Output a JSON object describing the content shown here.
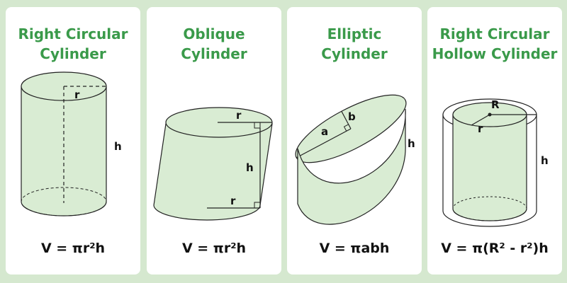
{
  "colors": {
    "page_bg": "#d5e8cf",
    "title": "#3a9a4a",
    "fill": "#d9ecd3",
    "stroke": "#222222"
  },
  "cards": [
    {
      "title_lines": [
        "Right Circular",
        "Cylinder"
      ],
      "labels": {
        "r": "r",
        "h": "h"
      },
      "formula": "V = πr²h"
    },
    {
      "title_lines": [
        "Oblique",
        "Cylinder"
      ],
      "labels": {
        "r_top": "r",
        "h": "h",
        "r_bottom": "r"
      },
      "formula": "V = πr²h"
    },
    {
      "title_lines": [
        "Elliptic",
        "Cylinder"
      ],
      "labels": {
        "a": "a",
        "b": "b",
        "h": "h"
      },
      "formula": "V = πabh"
    },
    {
      "title_lines": [
        "Right Circular",
        "Hollow Cylinder"
      ],
      "labels": {
        "R": "R",
        "r": "r",
        "h": "h"
      },
      "formula": "V = π(R² - r²)h"
    }
  ]
}
